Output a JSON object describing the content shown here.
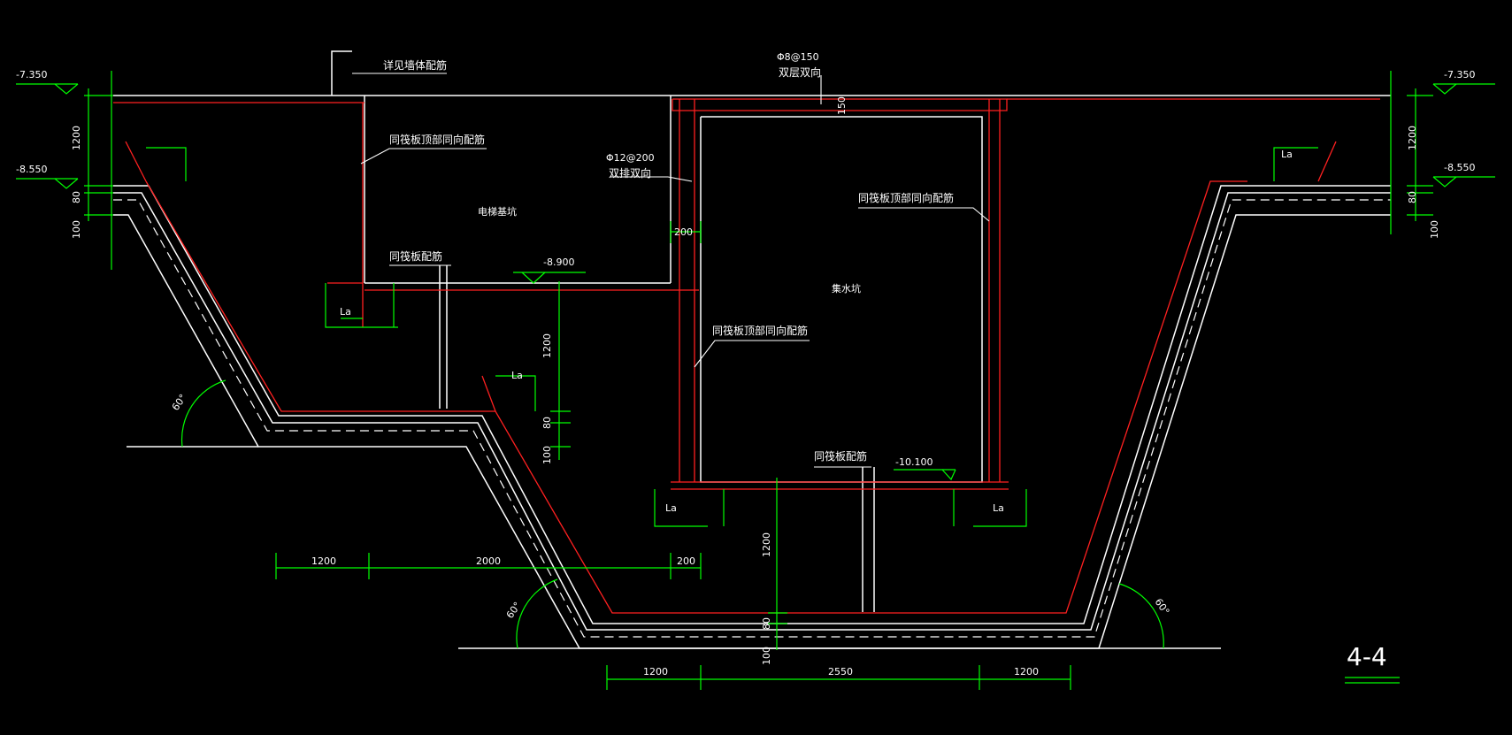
{
  "elevations": {
    "top_left": "-7.350",
    "top_right": "-7.350",
    "step_left": "-8.550",
    "step_right": "-8.550",
    "mid_pit": "-8.900",
    "bottom_pit": "-10.100"
  },
  "annotations": {
    "wall_rebar": "详见墙体配筋",
    "slab_top_rebar_left": "同筏板顶部同向配筋",
    "slab_top_rebar_right": "同筏板顶部同向配筋",
    "slab_top_rebar_center": "同筏板顶部同向配筋",
    "raft_rebar_left": "同筏板配筋",
    "raft_rebar_bottom": "同筏板配筋",
    "top_bar_spec": "Φ8@150",
    "top_bar_dir": "双层双向",
    "side_bar_spec": "Φ12@200",
    "side_bar_dir": "双排双向",
    "elevator_pit": "电梯基坑",
    "sump_pit": "集水坑",
    "la": "La",
    "angle_left_upper": "60°",
    "angle_left_lower": "60°",
    "angle_right_lower": "60°",
    "section_title": "4-4"
  },
  "dimensions": {
    "left_h1": "1200",
    "left_h2": "80",
    "left_h3": "100",
    "right_h1": "1200",
    "right_h2": "80",
    "right_h3": "100",
    "mid_h1": "1200",
    "mid_h2": "80",
    "mid_h3": "100",
    "wall_thick": "200",
    "top_150": "150",
    "center_h1": "1200",
    "center_h2": "80",
    "center_h3": "100",
    "row1": [
      "1200",
      "2000",
      "200"
    ],
    "row2": [
      "1200",
      "2550",
      "1200"
    ]
  },
  "colors": {
    "background": "#000000",
    "outline": "#ffffff",
    "rebar": "#ff2020",
    "dimension": "#00ff00"
  }
}
